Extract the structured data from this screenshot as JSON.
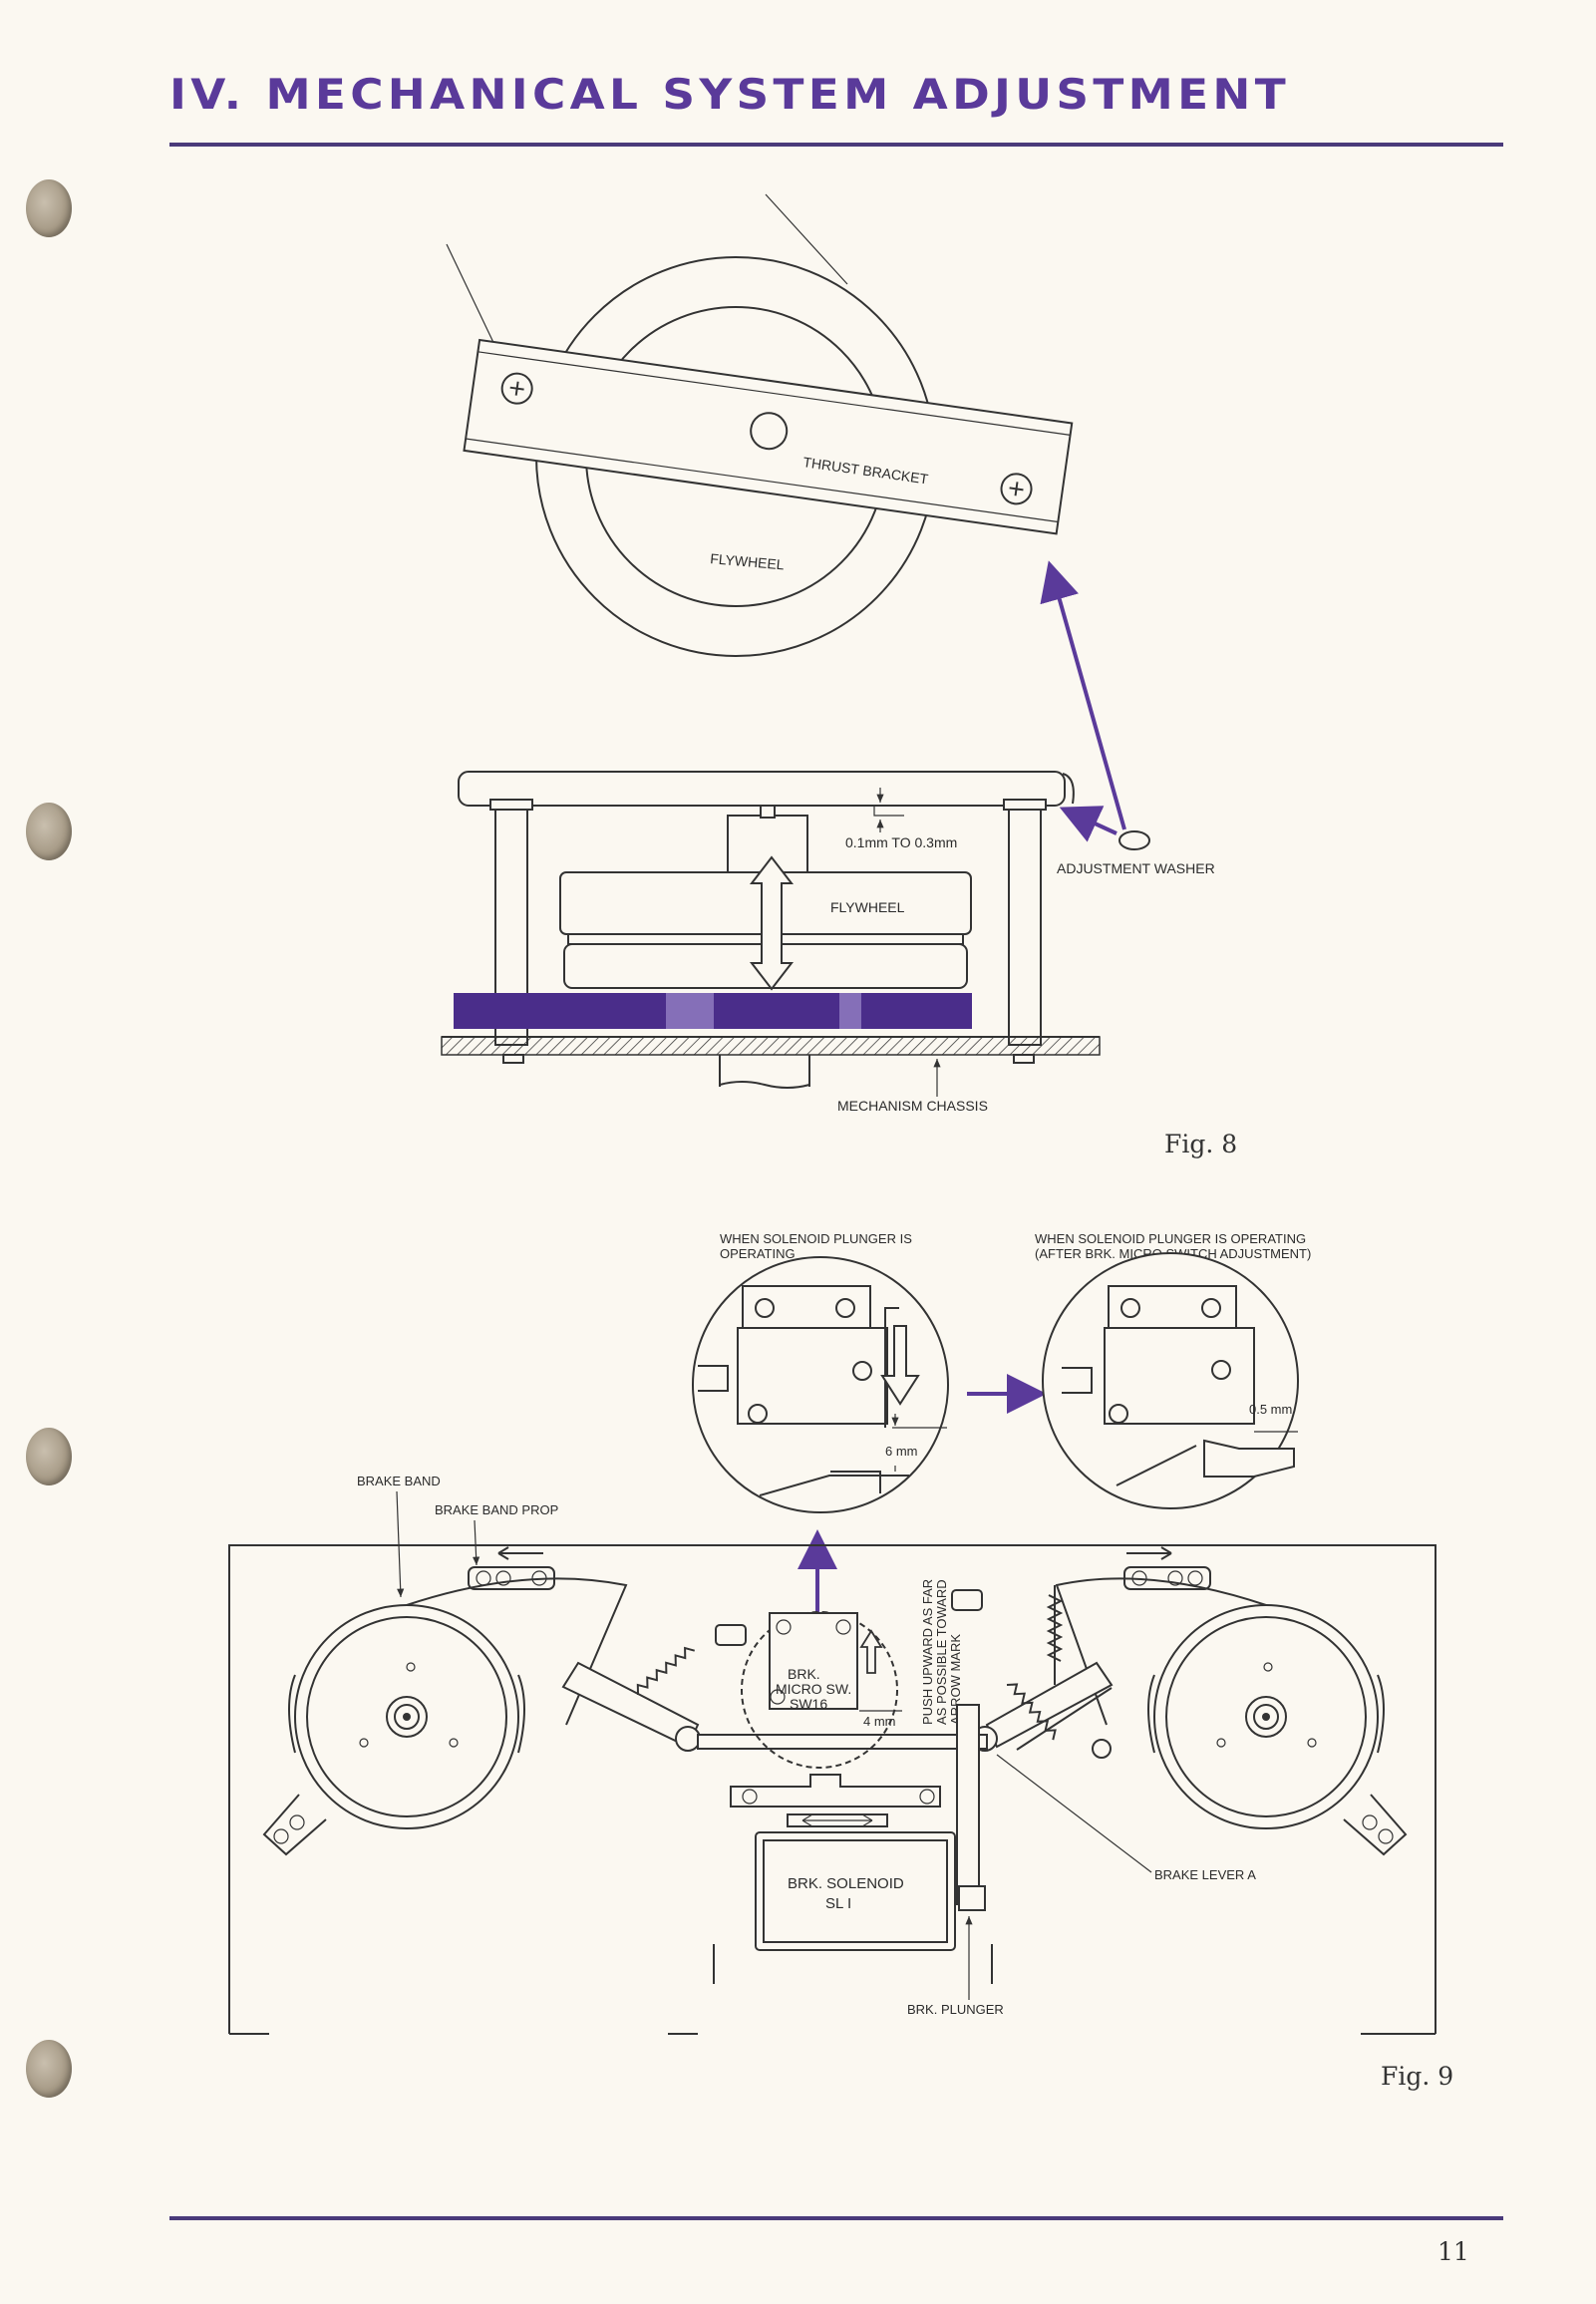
{
  "header": {
    "title": "IV. MECHANICAL SYSTEM ADJUSTMENT"
  },
  "fig8": {
    "caption": "Fig. 8",
    "labels": {
      "thrust_bracket": "THRUST BRACKET",
      "flywheel_top": "FLYWHEEL",
      "gap": "0.1mm TO 0.3mm",
      "adjustment_washer": "ADJUSTMENT WASHER",
      "flywheel_side": "FLYWHEEL",
      "mechanism_chassis": "MECHANISM CHASSIS"
    }
  },
  "fig9": {
    "caption": "Fig. 9",
    "labels": {
      "inset_left_title_1": "WHEN SOLENOID PLUNGER IS",
      "inset_left_title_2": "OPERATING",
      "inset_right_title_1": "WHEN SOLENOID PLUNGER IS OPERATING",
      "inset_right_title_2": "(AFTER BRK. MICRO SWITCH ADJUSTMENT)",
      "gap_6mm": "6 mm",
      "gap_05mm": "0.5 mm",
      "brake_band": "BRAKE BAND",
      "brake_band_prop": "BRAKE BAND PROP",
      "micro_sw_1": "BRK.",
      "micro_sw_2": "MICRO SW.",
      "micro_sw_3": "SW16",
      "gap_4mm": "4 mm",
      "push_1": "PUSH UPWARD AS FAR",
      "push_2": "AS POSSIBLE TOWARD",
      "push_3": "ARROW MARK",
      "solenoid_1": "BRK. SOLENOID",
      "solenoid_2": "SL I",
      "brake_lever": "BRAKE LEVER A",
      "brk_plunger": "BRK. PLUNGER"
    }
  },
  "footer": {
    "page_number": "11"
  },
  "colors": {
    "accent": "#5a3a9a",
    "rule": "#4a3a7a",
    "paper": "#fbf8f1"
  }
}
